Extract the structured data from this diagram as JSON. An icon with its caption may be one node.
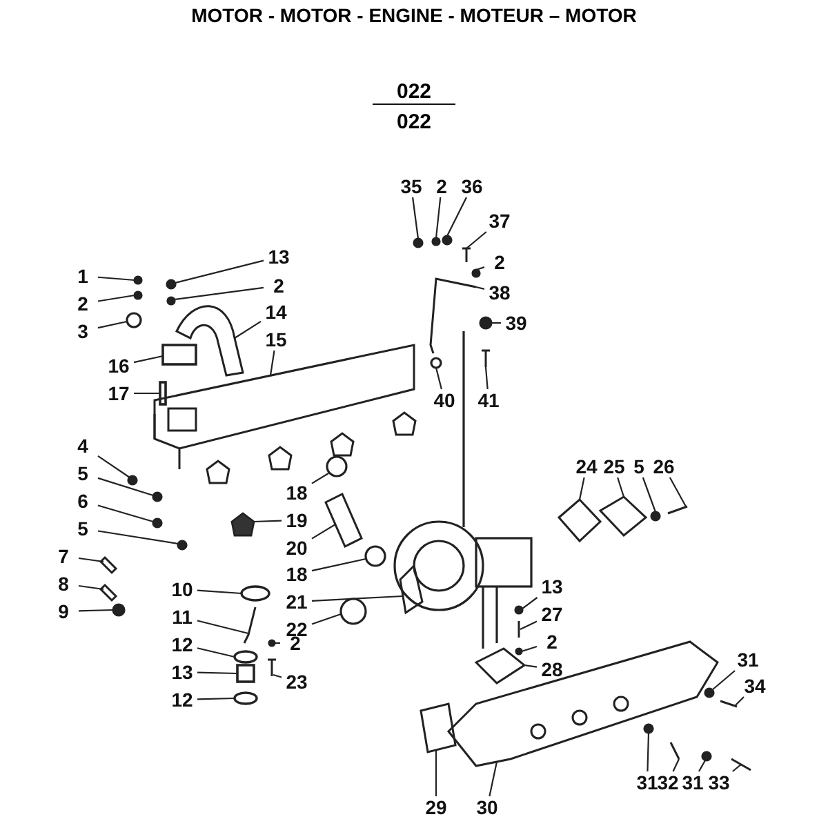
{
  "diagram": {
    "title": "MOTOR - MOTOR - ENGINE - MOTEUR – MOTOR",
    "nodes": [
      {
        "text": [
          "35"
        ]
      },
      {
        "text": [
          "2"
        ]
      },
      {
        "text": [
          "36"
        ]
      },
      {
        "text": [
          "37"
        ]
      },
      {
        "text": [
          "2"
        ]
      },
      {
        "text": [
          "38"
        ]
      },
      {
        "text": [
          "39"
        ]
      },
      {
        "text": [
          "40"
        ]
      },
      {
        "text": [
          "41"
        ]
      },
      {
        "text": [
          "1"
        ]
      },
      {
        "text": [
          "2"
        ]
      },
      {
        "text": [
          "3"
        ]
      },
      {
        "text": [
          "13"
        ]
      },
      {
        "text": [
          "2"
        ]
      },
      {
        "text": [
          "14"
        ]
      },
      {
        "text": [
          "15"
        ]
      },
      {
        "text": [
          "16"
        ]
      },
      {
        "text": [
          "17"
        ]
      },
      {
        "text": [
          "4"
        ]
      },
      {
        "text": [
          "5"
        ]
      },
      {
        "text": [
          "6"
        ]
      },
      {
        "text": [
          "5"
        ]
      },
      {
        "text": [
          "18"
        ]
      },
      {
        "text": [
          "19"
        ]
      },
      {
        "text": [
          "20"
        ]
      },
      {
        "text": [
          "18"
        ]
      },
      {
        "text": [
          "21"
        ]
      },
      {
        "text": [
          "22"
        ]
      },
      {
        "text": [
          "7"
        ]
      },
      {
        "text": [
          "8"
        ]
      },
      {
        "text": [
          "9"
        ]
      },
      {
        "text": [
          "10"
        ]
      },
      {
        "text": [
          "11"
        ]
      },
      {
        "text": [
          "12"
        ]
      },
      {
        "text": [
          "2"
        ]
      },
      {
        "text": [
          "23"
        ]
      },
      {
        "text": [
          "13"
        ]
      },
      {
        "text": [
          "12"
        ]
      },
      {
        "text": [
          "24"
        ]
      },
      {
        "text": [
          "25"
        ]
      },
      {
        "text": [
          "5"
        ]
      },
      {
        "text": [
          "26"
        ]
      },
      {
        "text": [
          "13"
        ]
      },
      {
        "text": [
          "27"
        ]
      },
      {
        "text": [
          "2"
        ]
      },
      {
        "text": [
          "28"
        ]
      },
      {
        "text": [
          "31"
        ]
      },
      {
        "text": [
          "34"
        ]
      },
      {
        "text": [
          "31"
        ]
      },
      {
        "text": [
          "32"
        ]
      },
      {
        "text": [
          "31"
        ]
      },
      {
        "text": [
          "33"
        ]
      },
      {
        "text": [
          "29"
        ]
      },
      {
        "text": [
          "30"
        ]
      },
      {
        "text": [],
        "shape": "circle"
      },
      {
        "text": [],
        "shape": "circle"
      },
      {
        "text": [],
        "shape": "circle"
      },
      {
        "text": [],
        "shape": "picture"
      },
      {
        "text": [],
        "shape": "circle"
      },
      {
        "text": [],
        "shape": "picture"
      },
      {
        "text": [],
        "shape": "circle"
      },
      {
        "text": [],
        "shape": "circle"
      },
      {
        "text": [],
        "shape": "picture"
      },
      {
        "text": [],
        "shape": "circle"
      },
      {
        "text": [],
        "shape": "circle"
      },
      {
        "text": [],
        "shape": "circle"
      },
      {
        "text": [],
        "shape": "circle"
      },
      {
        "text": [],
        "shape": "circle"
      },
      {
        "text": [],
        "shape": "picture"
      },
      {
        "text": [],
        "shape": "picture"
      },
      {
        "text": [],
        "shape": "box"
      },
      {
        "text": [],
        "shape": "box"
      },
      {
        "text": [],
        "shape": "circle"
      },
      {
        "text": [],
        "shape": "circle"
      },
      {
        "text": [],
        "shape": "circle"
      },
      {
        "text": [],
        "shape": "circle"
      },
      {
        "text": [],
        "shape": "circle"
      },
      {
        "text": [],
        "shape": "pentagon"
      },
      {
        "text": [],
        "shape": "picture"
      },
      {
        "text": [],
        "shape": "circle"
      },
      {
        "text": [],
        "shape": "picture"
      },
      {
        "text": [],
        "shape": "circle"
      },
      {
        "text": [],
        "shape": "picture"
      },
      {
        "text": [],
        "shape": "picture"
      },
      {
        "text": [],
        "shape": "circle"
      },
      {
        "text": [],
        "shape": "ellipse"
      },
      {
        "text": [],
        "shape": "picture"
      },
      {
        "text": [],
        "shape": "ellipse"
      },
      {
        "text": [],
        "shape": "circle"
      },
      {
        "text": [],
        "shape": "picture"
      },
      {
        "text": [],
        "shape": "box"
      },
      {
        "text": [],
        "shape": "ellipse"
      },
      {
        "text": [],
        "shape": "picture"
      },
      {
        "text": [],
        "shape": "picture"
      },
      {
        "text": [],
        "shape": "circle"
      },
      {
        "text": [],
        "shape": "picture"
      },
      {
        "text": [],
        "shape": "circle"
      },
      {
        "text": [],
        "shape": "picture"
      },
      {
        "text": [],
        "shape": "circle"
      },
      {
        "text": [],
        "shape": "picture"
      },
      {
        "text": [],
        "shape": "circle"
      },
      {
        "text": [],
        "shape": "picture"
      },
      {
        "text": [],
        "shape": "circle"
      },
      {
        "text": [],
        "shape": "picture"
      },
      {
        "text": [],
        "shape": "circle"
      },
      {
        "text": [],
        "shape": "picture"
      },
      {
        "text": [],
        "shape": "picture"
      },
      {
        "text": [],
        "shape": "picture"
      }
    ],
    "edges": [
      {
        "from": 0,
        "to": 54,
        "arrow": "none"
      },
      {
        "from": 1,
        "to": 55,
        "arrow": "none"
      },
      {
        "from": 2,
        "to": 56,
        "arrow": "none"
      },
      {
        "from": 3,
        "to": 57,
        "arrow": "none"
      },
      {
        "from": 4,
        "to": 58,
        "arrow": "none"
      },
      {
        "from": 5,
        "to": 59,
        "arrow": "none"
      },
      {
        "from": 6,
        "to": 60,
        "arrow": "none"
      },
      {
        "from": 7,
        "to": 61,
        "arrow": "none"
      },
      {
        "from": 8,
        "to": 62,
        "arrow": "none"
      },
      {
        "from": 9,
        "to": 63,
        "arrow": "none"
      },
      {
        "from": 10,
        "to": 64,
        "arrow": "none"
      },
      {
        "from": 11,
        "to": 65,
        "arrow": "none"
      },
      {
        "from": 12,
        "to": 66,
        "arrow": "none"
      },
      {
        "from": 13,
        "to": 67,
        "arrow": "none"
      },
      {
        "from": 14,
        "to": 68,
        "arrow": "none"
      },
      {
        "from": 15,
        "to": 69,
        "arrow": "none"
      },
      {
        "from": 16,
        "to": 70,
        "arrow": "none"
      },
      {
        "from": 17,
        "to": 71,
        "arrow": "none"
      },
      {
        "from": 18,
        "to": 72,
        "arrow": "none"
      },
      {
        "from": 19,
        "to": 73,
        "arrow": "none"
      },
      {
        "from": 20,
        "to": 74,
        "arrow": "none"
      },
      {
        "from": 21,
        "to": 75,
        "arrow": "none"
      },
      {
        "from": 22,
        "to": 76,
        "arrow": "none"
      },
      {
        "from": 23,
        "to": 77,
        "arrow": "none"
      },
      {
        "from": 24,
        "to": 78,
        "arrow": "none"
      },
      {
        "from": 25,
        "to": 79,
        "arrow": "none"
      },
      {
        "from": 26,
        "to": 80,
        "arrow": "none"
      },
      {
        "from": 27,
        "to": 81,
        "arrow": "none"
      },
      {
        "from": 28,
        "to": 82,
        "arrow": "none"
      },
      {
        "from": 29,
        "to": 83,
        "arrow": "none"
      },
      {
        "from": 30,
        "to": 84,
        "arrow": "none"
      },
      {
        "from": 31,
        "to": 85,
        "arrow": "none"
      },
      {
        "from": 32,
        "to": 86,
        "arrow": "none"
      },
      {
        "from": 33,
        "to": 87,
        "arrow": "none"
      },
      {
        "from": 34,
        "to": 88,
        "arrow": "none"
      },
      {
        "from": 35,
        "to": 89,
        "arrow": "none"
      },
      {
        "from": 36,
        "to": 90,
        "arrow": "none"
      },
      {
        "from": 37,
        "to": 91,
        "arrow": "none"
      },
      {
        "from": 38,
        "to": 92,
        "arrow": "none"
      },
      {
        "from": 39,
        "to": 93,
        "arrow": "none"
      },
      {
        "from": 40,
        "to": 94,
        "arrow": "none"
      },
      {
        "from": 41,
        "to": 95,
        "arrow": "none"
      },
      {
        "from": 42,
        "to": 96,
        "arrow": "none"
      },
      {
        "from": 43,
        "to": 97,
        "arrow": "none"
      },
      {
        "from": 44,
        "to": 98,
        "arrow": "none"
      },
      {
        "from": 45,
        "to": 99,
        "arrow": "none"
      },
      {
        "from": 46,
        "to": 100,
        "arrow": "none"
      },
      {
        "from": 47,
        "to": 101,
        "arrow": "none"
      },
      {
        "from": 48,
        "to": 102,
        "arrow": "none"
      },
      {
        "from": 49,
        "to": 103,
        "arrow": "none"
      },
      {
        "from": 50,
        "to": 104,
        "arrow": "none"
      },
      {
        "from": 51,
        "to": 105,
        "arrow": "none"
      },
      {
        "from": 52,
        "to": 106,
        "arrow": "none"
      },
      {
        "from": 53,
        "to": 107,
        "arrow": "none"
      }
    ],
    "labels": [
      "022",
      "022"
    ]
  }
}
